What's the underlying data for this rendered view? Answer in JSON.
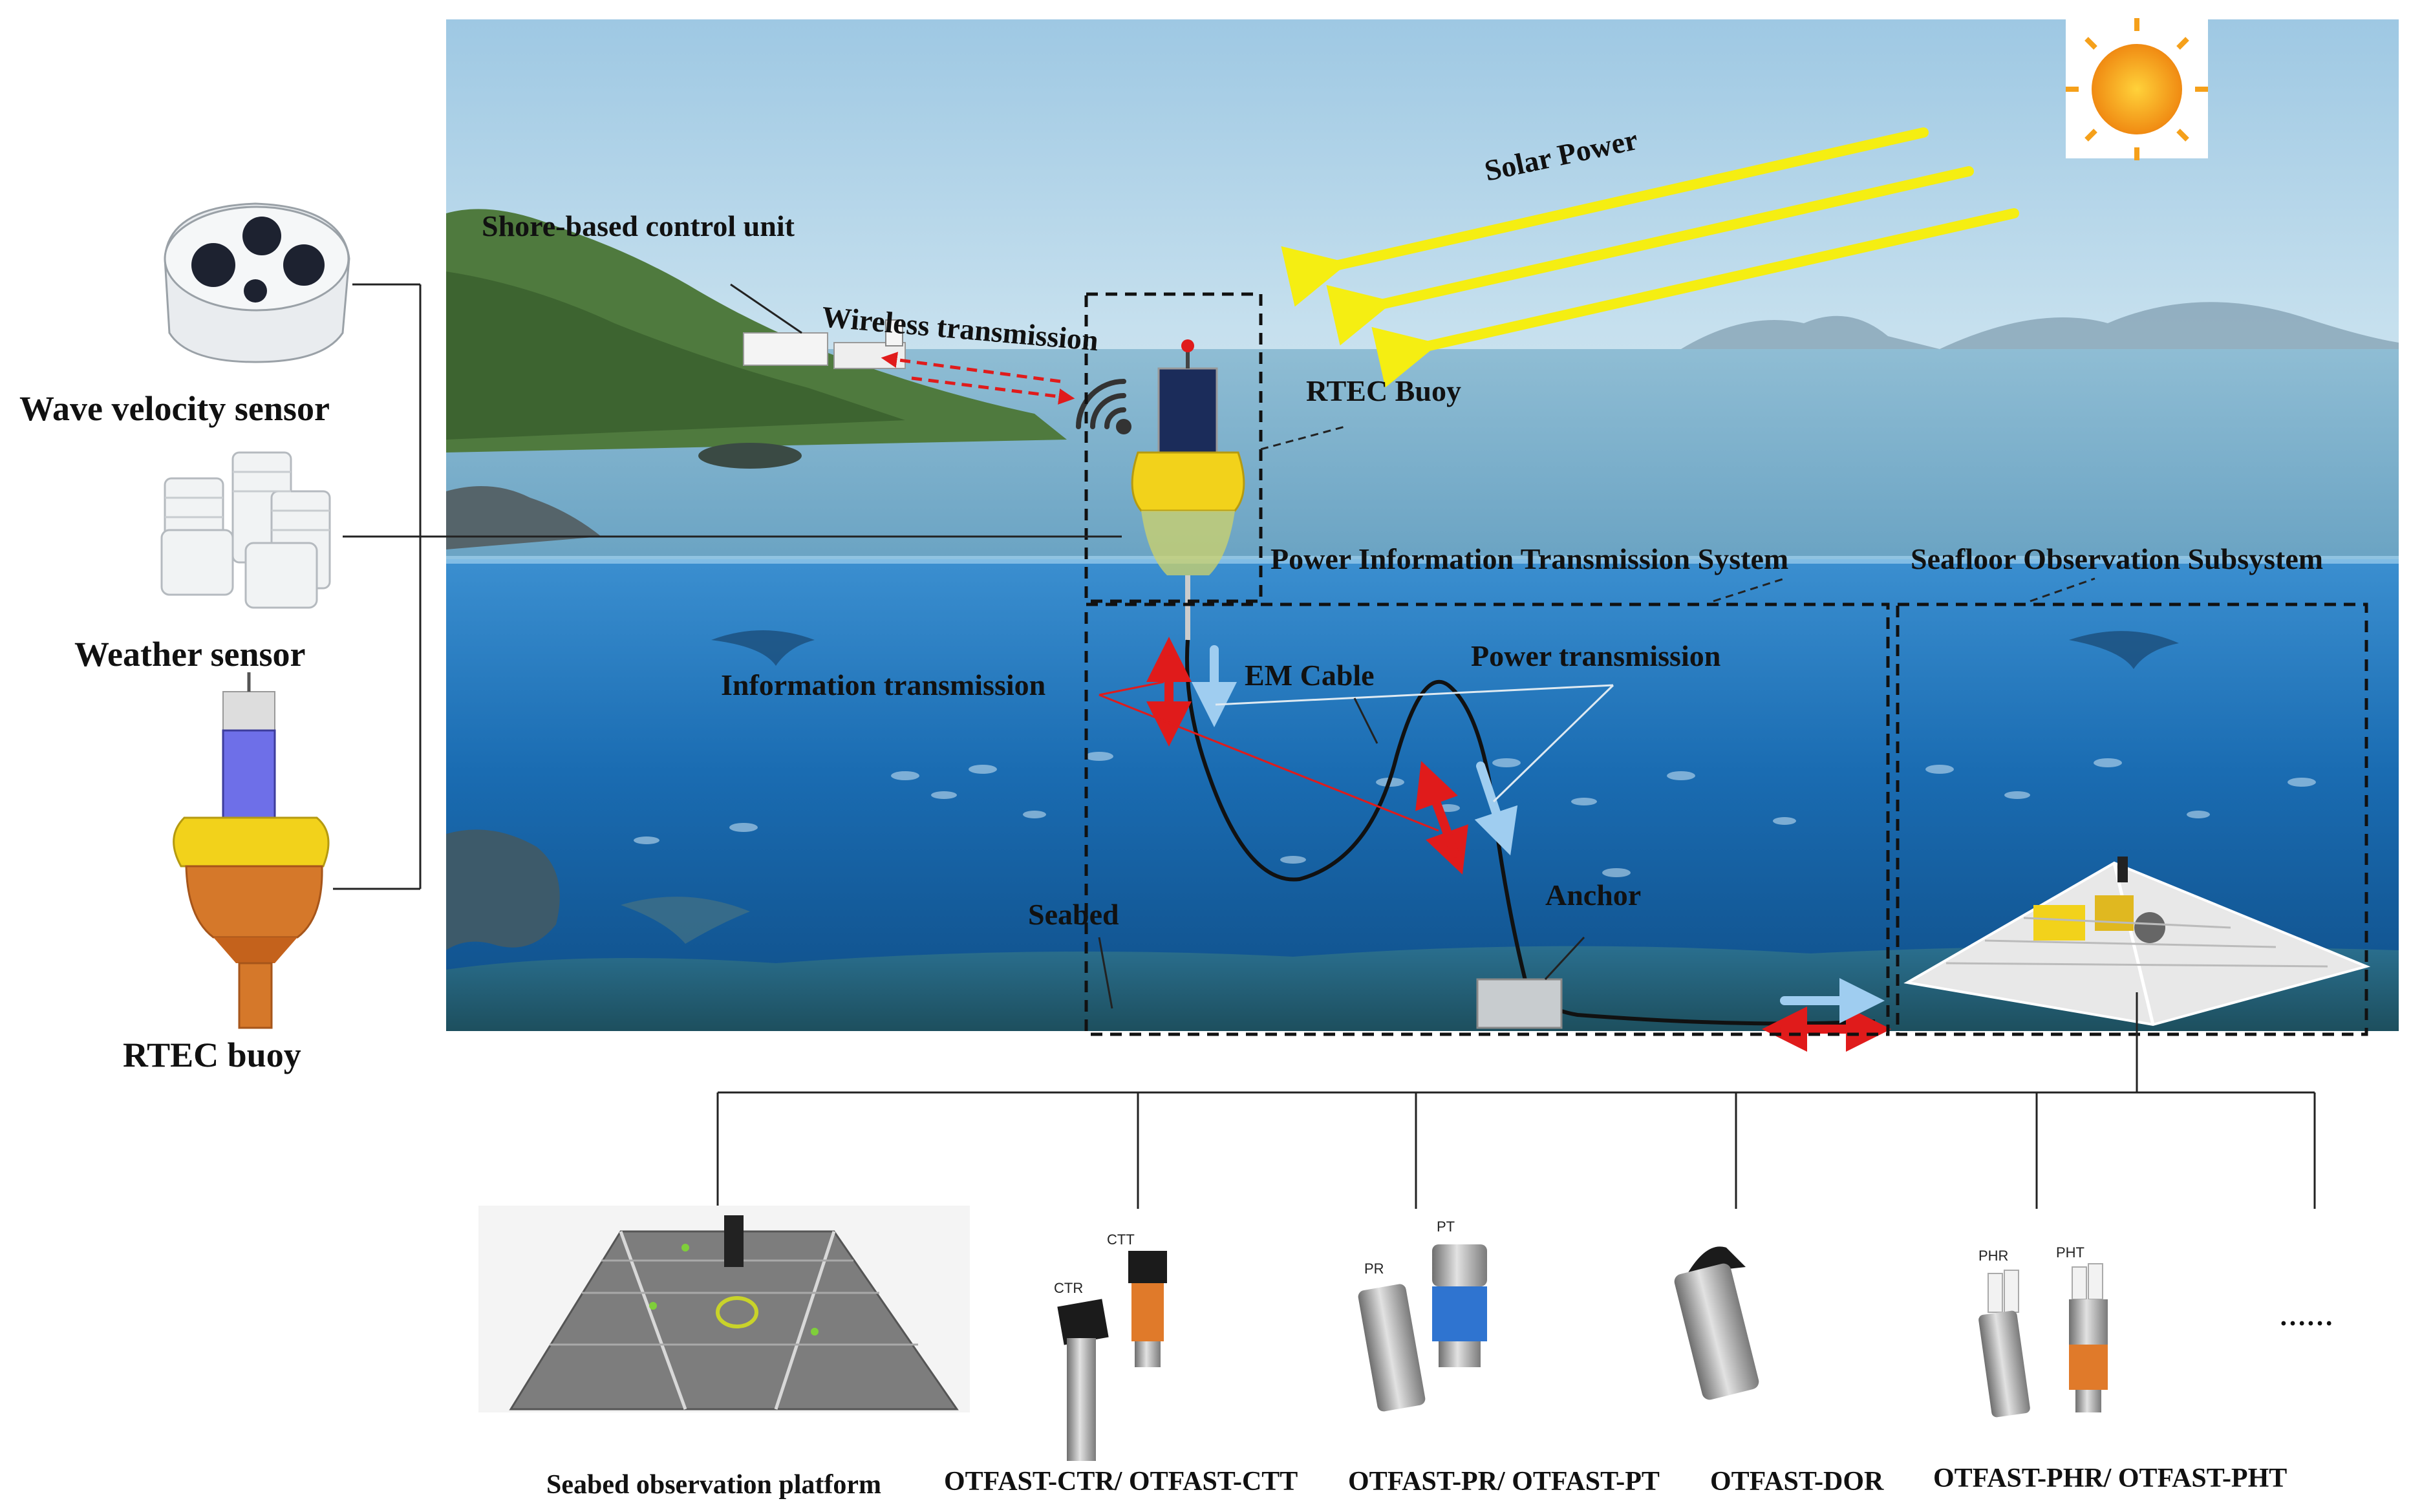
{
  "side_labels": {
    "wave_velocity_sensor": "Wave velocity sensor",
    "weather_sensor": "Weather sensor",
    "rtec_buoy": "RTEC buoy"
  },
  "scene_labels": {
    "solar_power": "Solar Power",
    "shore_unit": "Shore-based control unit",
    "wireless": "Wireless transmission",
    "rtec_buoy": "RTEC Buoy",
    "power_info_system": "Power Information Transmission System",
    "seafloor_subsystem": "Seafloor Observation Subsystem",
    "info_transmission": "Information transmission",
    "em_cable": "EM Cable",
    "power_transmission": "Power transmission",
    "anchor": "Anchor",
    "seabed": "Seabed"
  },
  "bottom_labels": {
    "platform": "Seabed observation platform",
    "ctr_ctt": "OTFAST-CTR/ OTFAST-CTT",
    "pr_pt": "OTFAST-PR/ OTFAST-PT",
    "dor": "OTFAST-DOR",
    "phr_pht": "OTFAST-PHR/ OTFAST-PHT",
    "ellipsis": "……"
  },
  "sensor_tags": {
    "ctr": "CTR",
    "ctt": "CTT",
    "pr": "PR",
    "pt": "PT",
    "phr": "PHR",
    "pht": "PHT"
  },
  "colors": {
    "sky": "#bcd9ea",
    "sea_surface": "#7fb4cf",
    "underwater": "#1c6fb5",
    "deep": "#0e4a84",
    "buoy_yellow": "#f2d21b",
    "buoy_orange": "#d5782a",
    "solar_ray": "#f5ee12",
    "info_arrow": "#e01b1b",
    "power_arrow": "#9fcdf0",
    "sun": "#f7a51a"
  }
}
